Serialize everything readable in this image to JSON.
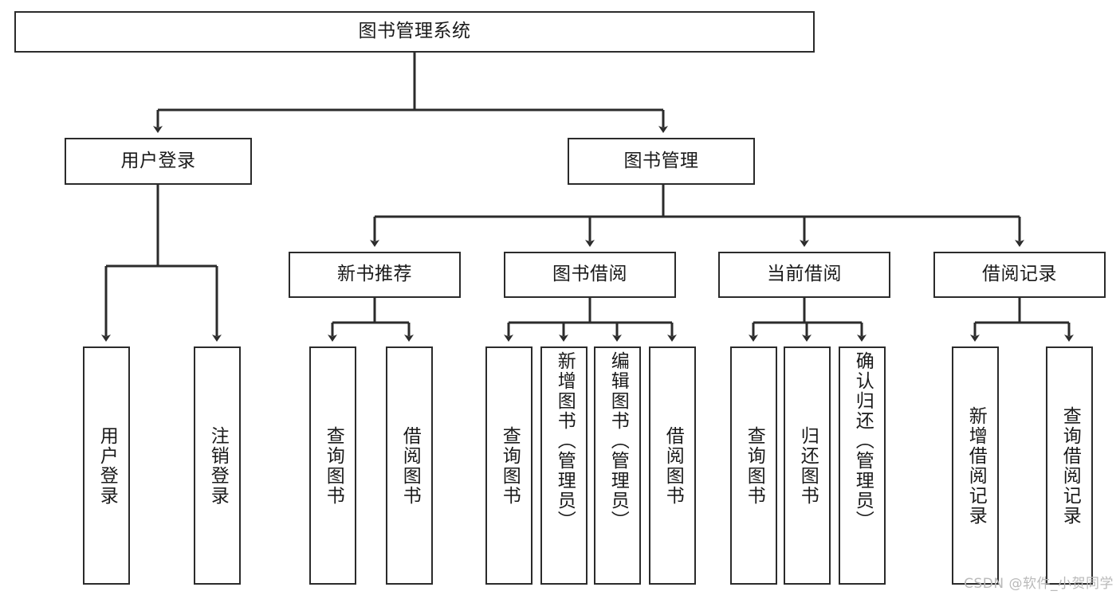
{
  "diagram": {
    "title": "图书管理系统",
    "type": "tree-hierarchy-chart",
    "watermark": "CSDN @软件_小贺同学",
    "colors": {
      "box_border": "#2b2b2b",
      "box_fill": "#ffffff",
      "edge": "#2b2b2b",
      "text": "#1a1a1a",
      "watermark": "#b9b9b9"
    },
    "nodes": {
      "root": {
        "label": "图书管理系统",
        "level": 0,
        "orientation": "horizontal"
      },
      "l1": [
        {
          "id": "user-login",
          "label": "用户登录",
          "level": 1,
          "orientation": "horizontal"
        },
        {
          "id": "book-manage",
          "label": "图书管理",
          "level": 1,
          "orientation": "horizontal"
        }
      ],
      "l2": [
        {
          "id": "new-book-recommend",
          "label": "新书推荐",
          "level": 2,
          "orientation": "horizontal"
        },
        {
          "id": "book-borrow",
          "label": "图书借阅",
          "level": 2,
          "orientation": "horizontal"
        },
        {
          "id": "current-borrow",
          "label": "当前借阅",
          "level": 2,
          "orientation": "horizontal"
        },
        {
          "id": "borrow-record",
          "label": "借阅记录",
          "level": 2,
          "orientation": "horizontal"
        }
      ],
      "leaves": [
        {
          "id": "leaf-user-login",
          "label": "用户登录",
          "parent": "user-login",
          "orientation": "vertical"
        },
        {
          "id": "leaf-user-logout",
          "label": "注销登录",
          "parent": "user-login",
          "orientation": "vertical"
        },
        {
          "id": "leaf-query-book-1",
          "label": "查询图书",
          "parent": "new-book-recommend",
          "orientation": "vertical"
        },
        {
          "id": "leaf-borrow-book-1",
          "label": "借阅图书",
          "parent": "new-book-recommend",
          "orientation": "vertical"
        },
        {
          "id": "leaf-query-book-2",
          "label": "查询图书",
          "parent": "book-borrow",
          "orientation": "vertical"
        },
        {
          "id": "leaf-add-book",
          "label": "新增图书（管理员）",
          "parent": "book-borrow",
          "orientation": "vertical"
        },
        {
          "id": "leaf-edit-book",
          "label": "编辑图书（管理员）",
          "parent": "book-borrow",
          "orientation": "vertical"
        },
        {
          "id": "leaf-borrow-book-2",
          "label": "借阅图书",
          "parent": "book-borrow",
          "orientation": "vertical"
        },
        {
          "id": "leaf-query-book-3",
          "label": "查询图书",
          "parent": "current-borrow",
          "orientation": "vertical"
        },
        {
          "id": "leaf-return-book",
          "label": "归还图书",
          "parent": "current-borrow",
          "orientation": "vertical"
        },
        {
          "id": "leaf-confirm-return",
          "label": "确认归还（管理员）",
          "parent": "current-borrow",
          "orientation": "vertical"
        },
        {
          "id": "leaf-add-record",
          "label": "新增借阅记录",
          "parent": "borrow-record",
          "orientation": "vertical"
        },
        {
          "id": "leaf-query-record",
          "label": "查询借阅记录",
          "parent": "borrow-record",
          "orientation": "vertical"
        }
      ]
    }
  }
}
